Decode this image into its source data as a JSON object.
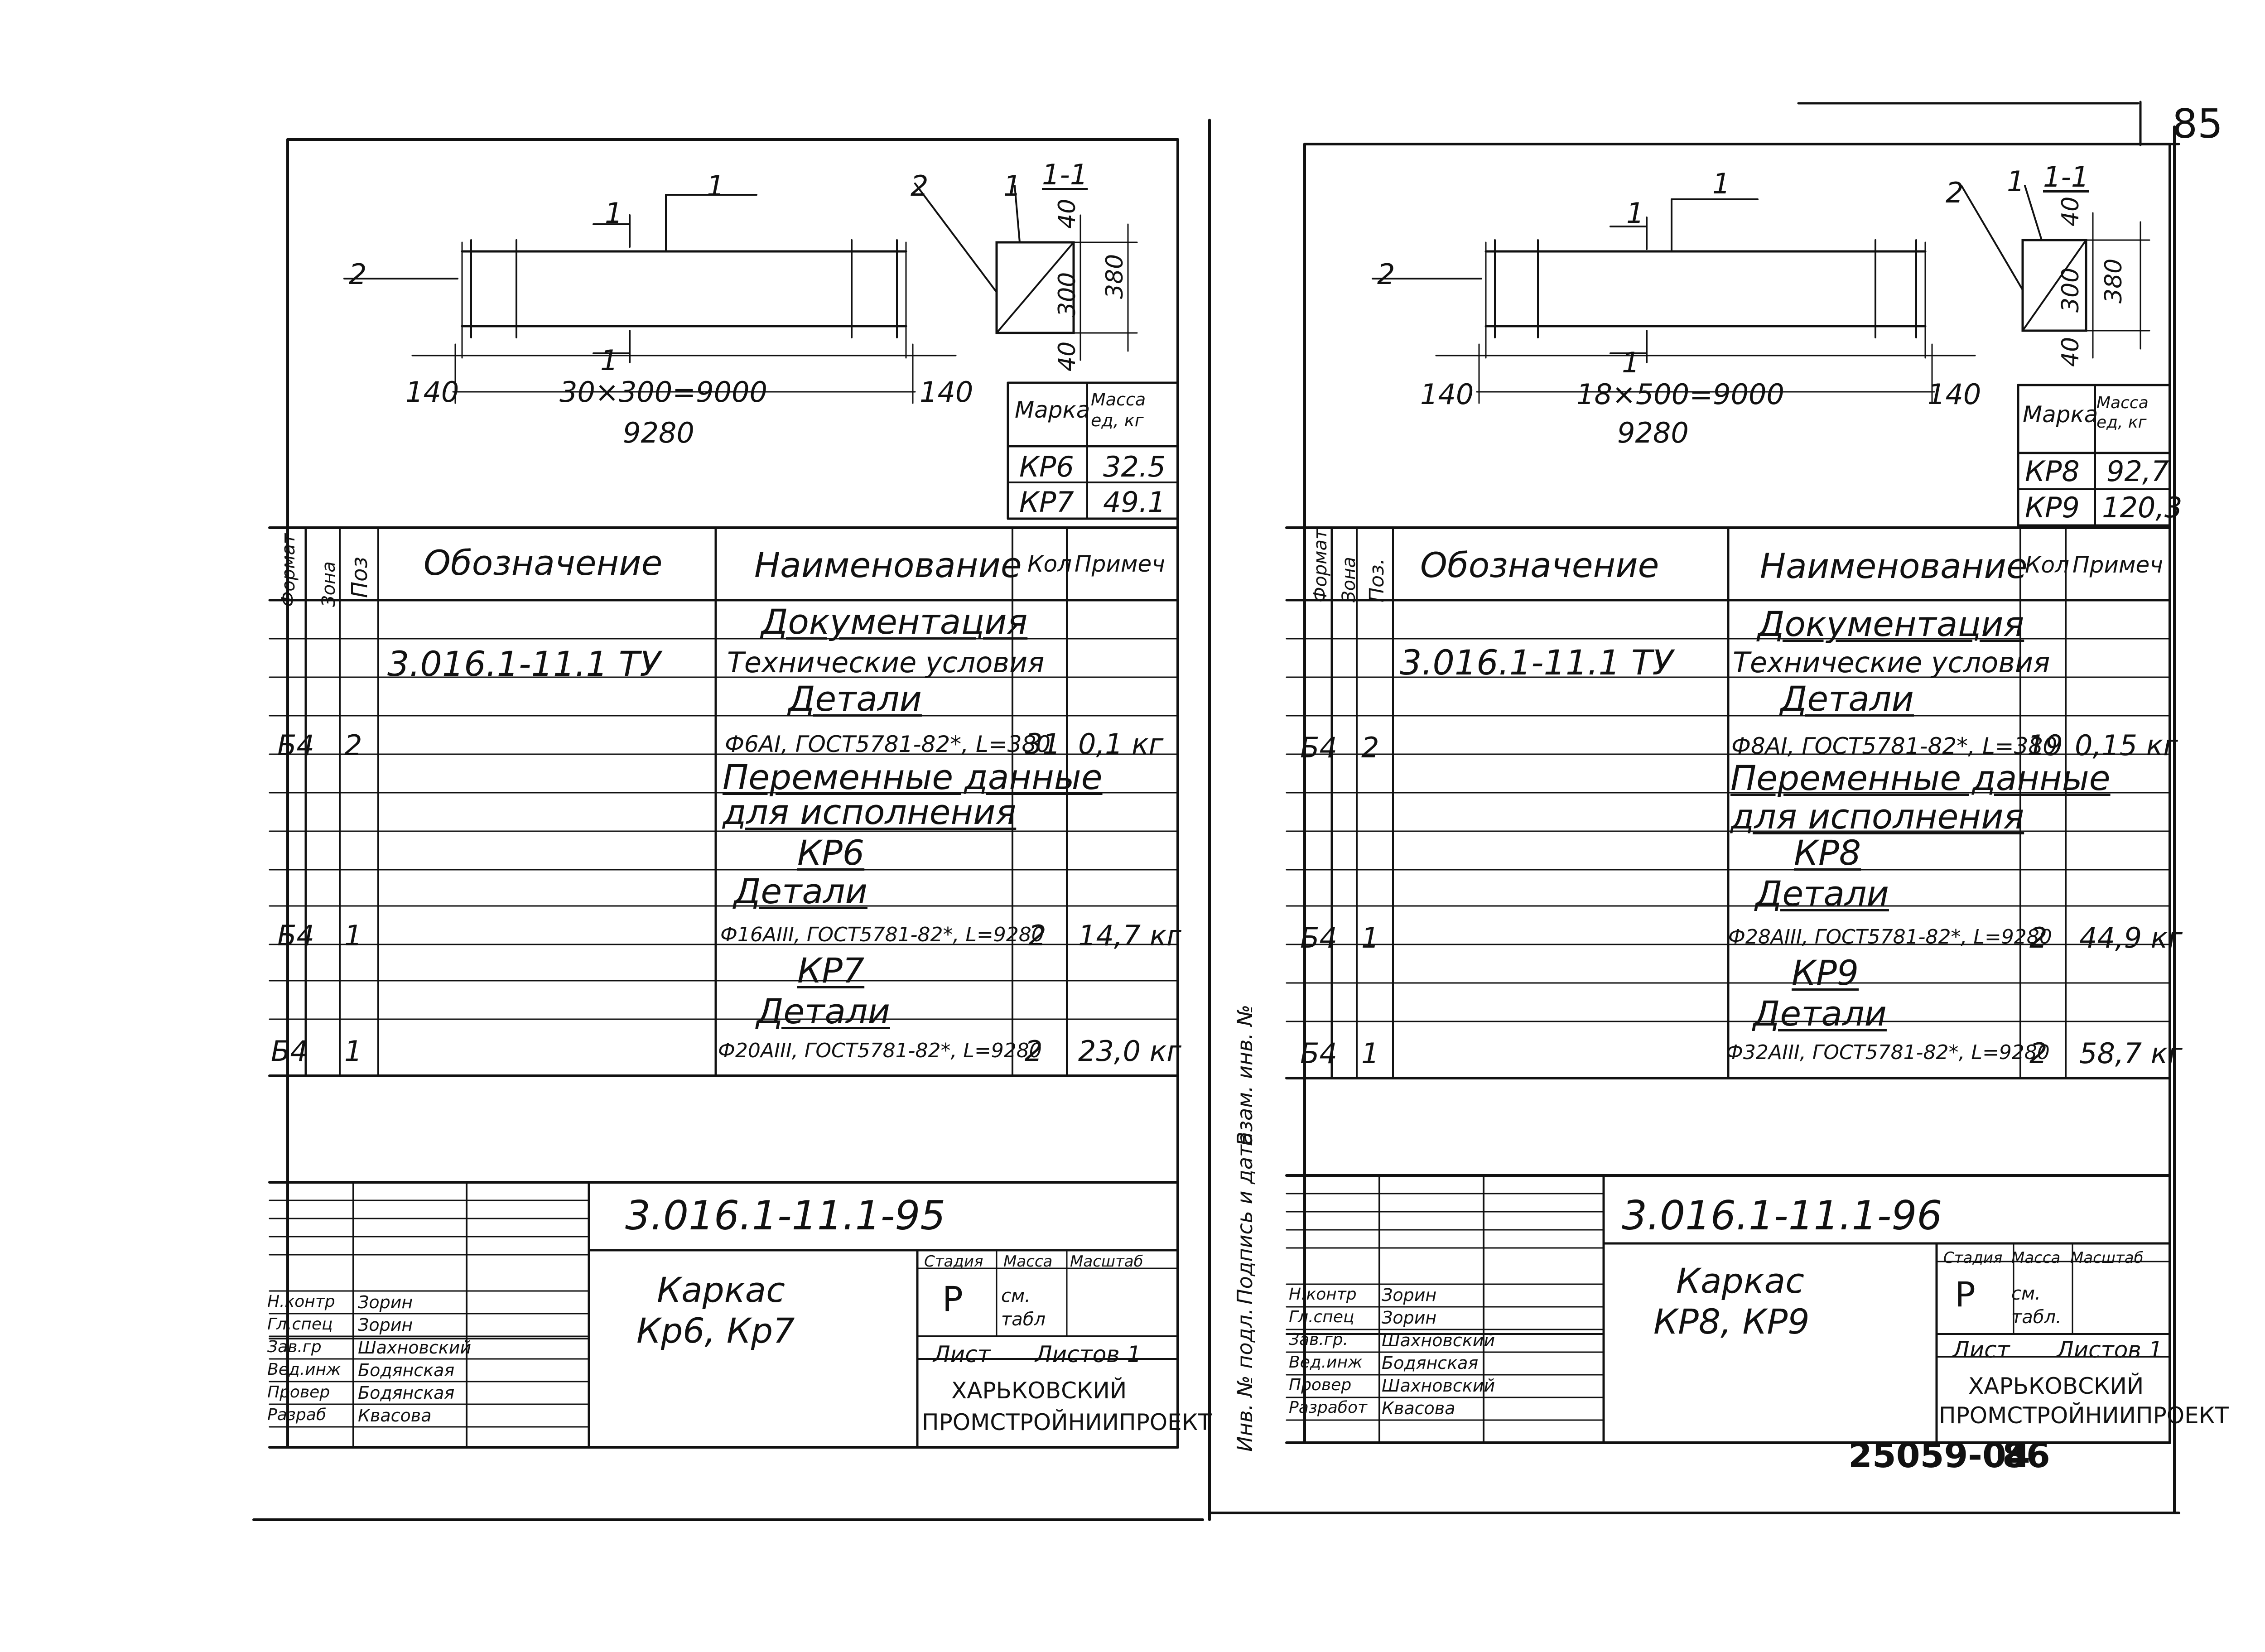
{
  "page_number": "85",
  "footer_code": "25059-04",
  "footer_page": "86",
  "left": {
    "dims": {
      "span": "30×300=9000",
      "end_left": "140",
      "end_right": "140",
      "total": "9280",
      "height_inner": "300",
      "height_total": "380",
      "cover_top": "40",
      "cover_bottom": "40",
      "pos1": "1",
      "pos2": "2",
      "section": "1-1",
      "cut_top": "1",
      "cut_bottom": "1"
    },
    "mass_table": {
      "header_mark": "Марка",
      "header_mass": "Масса ед, кг",
      "rows": [
        [
          "КР6",
          "32.5"
        ],
        [
          "КР7",
          "49.1"
        ]
      ]
    },
    "spec": {
      "head_format": "Формат",
      "head_zone": "Зона",
      "head_pos": "Поз",
      "head_designation": "Обозначение",
      "head_name": "Наименование",
      "head_qty": "Кол",
      "head_note": "Примеч",
      "rows": [
        {
          "fmt": "",
          "pos": "",
          "des": "",
          "name": "Документация",
          "qty": "",
          "note": ""
        },
        {
          "fmt": "",
          "pos": "",
          "des": "3.016.1-11.1   ТУ",
          "name": "Технические условия",
          "qty": "",
          "note": ""
        },
        {
          "fmt": "",
          "pos": "",
          "des": "",
          "name": "Детали",
          "qty": "",
          "note": ""
        },
        {
          "fmt": "Б4",
          "pos": "2",
          "des": "",
          "name": "Ф6АI, ГОСТ5781-82*, L=380",
          "qty": "31",
          "note": "0,1 кг"
        },
        {
          "fmt": "",
          "pos": "",
          "des": "",
          "name": "Переменные данные",
          "qty": "",
          "note": ""
        },
        {
          "fmt": "",
          "pos": "",
          "des": "",
          "name": "для исполнения",
          "qty": "",
          "note": ""
        },
        {
          "fmt": "",
          "pos": "",
          "des": "",
          "name": "КР6",
          "qty": "",
          "note": ""
        },
        {
          "fmt": "",
          "pos": "",
          "des": "",
          "name": "Детали",
          "qty": "",
          "note": ""
        },
        {
          "fmt": "Б4",
          "pos": "1",
          "des": "",
          "name": "Ф16АIII, ГОСТ5781-82*, L=9280",
          "qty": "2",
          "note": "14,7 кг"
        },
        {
          "fmt": "",
          "pos": "",
          "des": "",
          "name": "КР7",
          "qty": "",
          "note": ""
        },
        {
          "fmt": "",
          "pos": "",
          "des": "",
          "name": "Детали",
          "qty": "",
          "note": ""
        },
        {
          "fmt": "Б4",
          "pos": "1",
          "des": "",
          "name": "Ф20АIII, ГОСТ5781-82*, L=9280",
          "qty": "2",
          "note": "23,0 кг"
        }
      ]
    },
    "title_block": {
      "doc_code": "3.016.1-11.1-95",
      "title_line1": "Каркас",
      "title_line2": "Кр6, Кр7",
      "stage_label": "Стадия",
      "mass_label": "Масса",
      "scale_label": "Масштаб",
      "stage_value": "Р",
      "mass_value": "см. табл",
      "sheet_label": "Лист",
      "sheets_label": "Листов 1",
      "org_line1": "ХАРЬКОВСКИЙ",
      "org_line2": "ПРОМСТРОЙНИИПРОЕКТ",
      "roles": [
        "Н.контр",
        "Гл.спец",
        "Зав.гр",
        "Вед.инж",
        "Провер",
        "Разраб"
      ],
      "names": [
        "Зорин",
        "Зорин",
        "Шахновский",
        "Бодянская",
        "Бодянская",
        "Квасова"
      ]
    }
  },
  "right": {
    "dims": {
      "span": "18×500=9000",
      "end_left": "140",
      "end_right": "140",
      "total": "9280",
      "height_inner": "300",
      "height_total": "380",
      "cover_top": "40",
      "cover_bottom": "40",
      "pos1": "1",
      "pos2": "2",
      "section": "1-1",
      "cut_top": "1",
      "cut_bottom": "1"
    },
    "mass_table": {
      "header_mark": "Марка",
      "header_mass": "Масса ед, кг",
      "rows": [
        [
          "КР8",
          "92,7"
        ],
        [
          "КР9",
          "120,3"
        ]
      ]
    },
    "spec": {
      "head_format": "Формат",
      "head_zone": "Зона",
      "head_pos": "Поз.",
      "head_designation": "Обозначение",
      "head_name": "Наименование",
      "head_qty": "Кол",
      "head_note": "Примеч",
      "rows": [
        {
          "fmt": "",
          "pos": "",
          "des": "",
          "name": "Документация",
          "qty": "",
          "note": ""
        },
        {
          "fmt": "",
          "pos": "",
          "des": "3.016.1-11.1   ТУ",
          "name": "Технические условия",
          "qty": "",
          "note": ""
        },
        {
          "fmt": "",
          "pos": "",
          "des": "",
          "name": "Детали",
          "qty": "",
          "note": ""
        },
        {
          "fmt": "Б4",
          "pos": "2",
          "des": "",
          "name": "Ф8АI, ГОСТ5781-82*, L=380",
          "qty": "19",
          "note": "0,15 кг"
        },
        {
          "fmt": "",
          "pos": "",
          "des": "",
          "name": "Переменные данные",
          "qty": "",
          "note": ""
        },
        {
          "fmt": "",
          "pos": "",
          "des": "",
          "name": "для исполнения",
          "qty": "",
          "note": ""
        },
        {
          "fmt": "",
          "pos": "",
          "des": "",
          "name": "КР8",
          "qty": "",
          "note": ""
        },
        {
          "fmt": "",
          "pos": "",
          "des": "",
          "name": "Детали",
          "qty": "",
          "note": ""
        },
        {
          "fmt": "Б4",
          "pos": "1",
          "des": "",
          "name": "Ф28АIII, ГОСТ5781-82*, L=9280",
          "qty": "2",
          "note": "44,9 кг"
        },
        {
          "fmt": "",
          "pos": "",
          "des": "",
          "name": "КР9",
          "qty": "",
          "note": ""
        },
        {
          "fmt": "",
          "pos": "",
          "des": "",
          "name": "Детали",
          "qty": "",
          "note": ""
        },
        {
          "fmt": "Б4",
          "pos": "1",
          "des": "",
          "name": "Ф32АIII, ГОСТ5781-82*, L=9280",
          "qty": "2",
          "note": "58,7 кг"
        }
      ]
    },
    "title_block": {
      "doc_code": "3.016.1-11.1-96",
      "title_line1": "Каркас",
      "title_line2": "КР8, КР9",
      "stage_label": "Стадия",
      "mass_label": "Масса",
      "scale_label": "Масштаб",
      "stage_value": "Р",
      "mass_value": "см. табл.",
      "sheet_label": "Лист",
      "sheets_label": "Листов 1",
      "org_line1": "ХАРЬКОВСКИЙ",
      "org_line2": "ПРОМСТРОЙНИИПРОЕКТ",
      "roles": [
        "Н.контр",
        "Гл.спец",
        "Зав.гр.",
        "Вед.инж",
        "Провер",
        "Разработ"
      ],
      "names": [
        "Зорин",
        "Зорин",
        "Шахновский",
        "Бодянская",
        "Шахновский",
        "Квасова"
      ]
    },
    "side_stamp": [
      "Инв. № подл.",
      "Подпись и дата",
      "Взам. инв. №"
    ]
  }
}
